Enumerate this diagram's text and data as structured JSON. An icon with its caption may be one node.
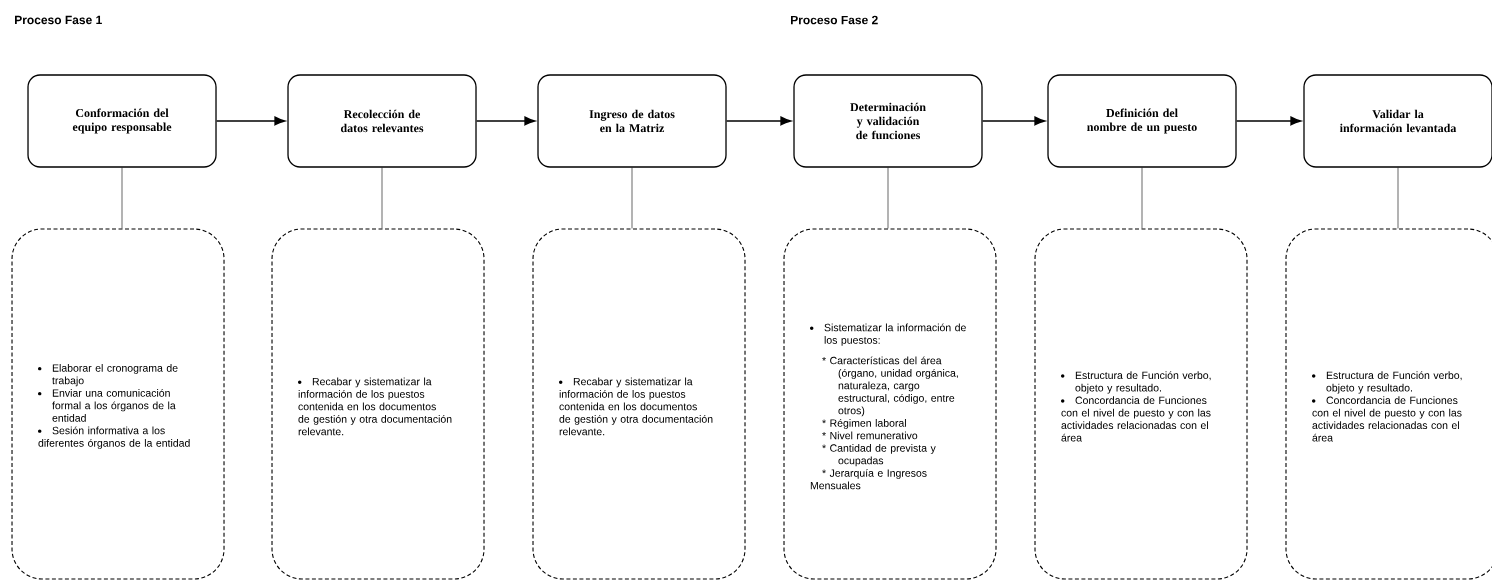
{
  "diagram": {
    "nodes": [
      {
        "text": [
          "Conformación del equipo responsable"
        ]
      },
      {
        "text": [
          "Recolección de datos relevantes"
        ]
      },
      {
        "text": [
          "Ingreso de datos en la Matriz"
        ]
      },
      {
        "text": [
          "Determinación y validación de funciones"
        ]
      },
      {
        "text": [
          "Definición del nombre de un puesto"
        ]
      },
      {
        "text": [
          "Validar la información levantada"
        ]
      },
      {
        "text": [
          "Elaborar el cronograma de trabajo",
          "Enviar una comunicación formal a los órganos de la entidad",
          "Sesión informativa a los diferentes órganos de la entidad"
        ]
      },
      {
        "text": [
          "Recabar y sistematizar la información de los puestos contenida en los documentos de gestión y otra documentación relevante."
        ]
      },
      {
        "text": [
          "Recabar y sistematizar la información de los puestos contenida en los documentos de gestión y otra documentación relevante."
        ]
      },
      {
        "text": [
          "Sistematizar la información de los puestos:",
          "* Características del área (órgano, unidad orgánica, naturaleza, cargo estructural, código, entre otros)",
          "* Régimen laboral",
          "* Nivel remunerativo",
          "* Cantidad de prevista y ocupadas",
          "* Jerarquía e Ingresos Mensuales"
        ]
      },
      {
        "text": [
          "Estructura de Función verbo, objeto y resultado.",
          "Concordancia de Funciones con el nivel de puesto y con las actividades relacionadas con el área"
        ]
      },
      {
        "text": [
          "Estructura de Función verbo, objeto y resultado.",
          "Concordancia de Funciones con el nivel de puesto y con las actividades relacionadas con el área"
        ]
      }
    ],
    "edges": [
      {
        "from": 0,
        "to": 1,
        "arrow": "to"
      },
      {
        "from": 1,
        "to": 2,
        "arrow": "to"
      },
      {
        "from": 2,
        "to": 3,
        "arrow": "to"
      },
      {
        "from": 3,
        "to": 4,
        "arrow": "to"
      },
      {
        "from": 4,
        "to": 5,
        "arrow": "to"
      },
      {
        "from": 0,
        "to": 6,
        "arrow": "none"
      },
      {
        "from": 1,
        "to": 7,
        "arrow": "none"
      },
      {
        "from": 2,
        "to": 8,
        "arrow": "none"
      },
      {
        "from": 3,
        "to": 9,
        "arrow": "none"
      },
      {
        "from": 4,
        "to": 10,
        "arrow": "none"
      },
      {
        "from": 5,
        "to": 11,
        "arrow": "none"
      }
    ],
    "labels": [
      "Proceso Fase 1",
      "Proceso Fase 2"
    ]
  }
}
